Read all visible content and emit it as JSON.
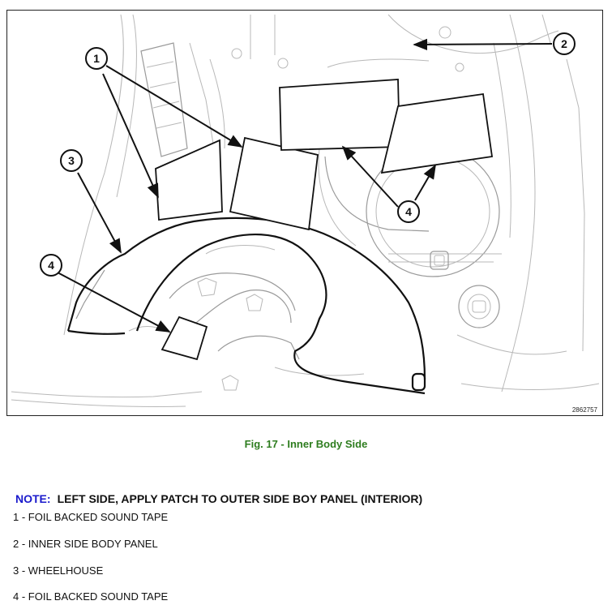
{
  "figure": {
    "id_code": "2862757",
    "callouts": [
      {
        "label": "1"
      },
      {
        "label": "2"
      },
      {
        "label": "3"
      },
      {
        "label": "4"
      },
      {
        "label": "4"
      }
    ]
  },
  "caption": "Fig. 17 - Inner Body Side",
  "note": {
    "label": "NOTE:",
    "text": "LEFT SIDE, APPLY PATCH TO OUTER SIDE BOY PANEL (INTERIOR)"
  },
  "legend": [
    {
      "text": "1 - FOIL BACKED SOUND TAPE"
    },
    {
      "text": "2 - INNER SIDE BODY PANEL"
    },
    {
      "text": "3 - WHEELHOUSE"
    },
    {
      "text": "4 - FOIL BACKED SOUND TAPE"
    }
  ]
}
